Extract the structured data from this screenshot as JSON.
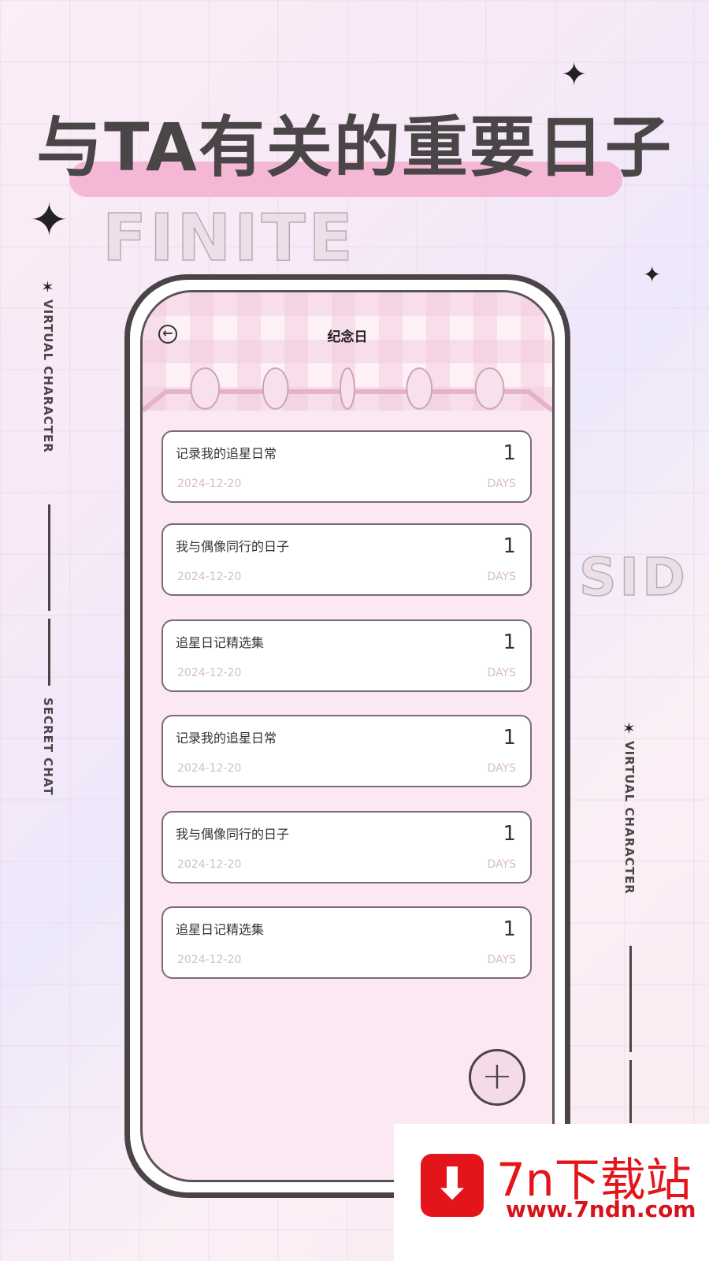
{
  "promo": {
    "headline": "与TA有关的重要日子",
    "side_text_left_1": "VIRTUAL CHARACTER",
    "side_text_left_2": "SECRET CHAT",
    "side_text_right": "VIRTUAL CHARACTER",
    "bg_outline_left": "FINITE",
    "bg_outline_right": "SID",
    "accent_color": "#f4b8d6"
  },
  "app": {
    "title": "纪念日",
    "back_icon": "arrow-left-circle-icon",
    "add_icon": "plus-icon",
    "cards": [
      {
        "name": "记录我的追星日常",
        "count": "1",
        "date": "2024-12-20",
        "unit": "DAYS"
      },
      {
        "name": "我与偶像同行的日子",
        "count": "1",
        "date": "2024-12-20",
        "unit": "DAYS"
      },
      {
        "name": "追星日记精选集",
        "count": "1",
        "date": "2024-12-20",
        "unit": "DAYS"
      },
      {
        "name": "记录我的追星日常",
        "count": "1",
        "date": "2024-12-20",
        "unit": "DAYS"
      },
      {
        "name": "我与偶像同行的日子",
        "count": "1",
        "date": "2024-12-20",
        "unit": "DAYS"
      },
      {
        "name": "追星日记精选集",
        "count": "1",
        "date": "2024-12-20",
        "unit": "DAYS"
      }
    ]
  },
  "watermark": {
    "name": "7n下载站",
    "url": "www.7ndn.com",
    "color": "#e4141b"
  }
}
